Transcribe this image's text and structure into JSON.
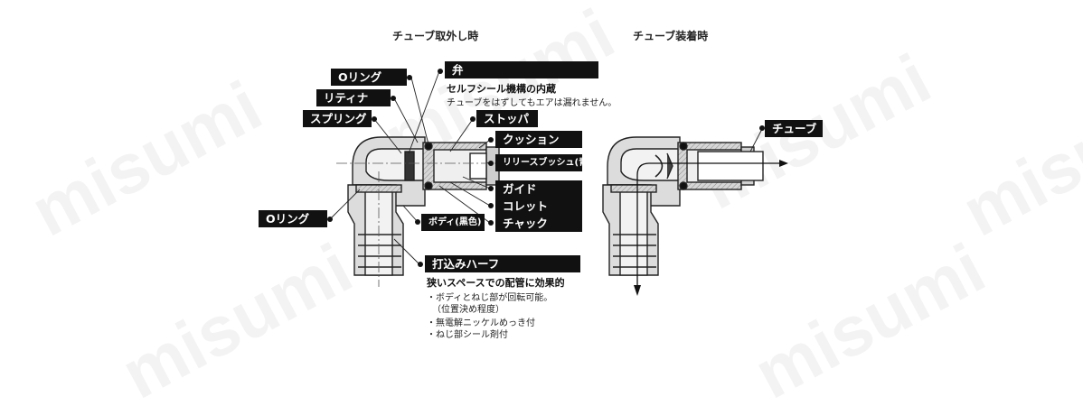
{
  "watermark": "misumi",
  "left_diagram": {
    "title": "チューブ取外し時",
    "labels_left": {
      "o_ring_top": "Oリング",
      "retainer": "リティナ",
      "spring": "スプリング",
      "o_ring_bottom": "Oリング"
    },
    "labels_right": {
      "valve": "弁",
      "stopper": "ストッパ",
      "cushion": "クッション",
      "release_bush": "リリースブッシュ(青色)",
      "guide": "ガイド",
      "collet": "コレット",
      "chuck": "チャック",
      "body": "ボディ(黒色)",
      "half_fit": "打込みハーフ"
    },
    "valve_desc_title": "セルフシール機構の内蔵",
    "valve_desc_text": "チューブをはずしてもエアは漏れません。",
    "half_desc_title": "狭いスペースでの配管に効果的",
    "half_desc_items": [
      "・ボディとねじ部が回転可能。",
      "（位置決め程度）",
      "・無電解ニッケルめっき付",
      "・ねじ部シール剤付"
    ]
  },
  "right_diagram": {
    "title": "チューブ装着時",
    "tube_label": "チューブ"
  }
}
